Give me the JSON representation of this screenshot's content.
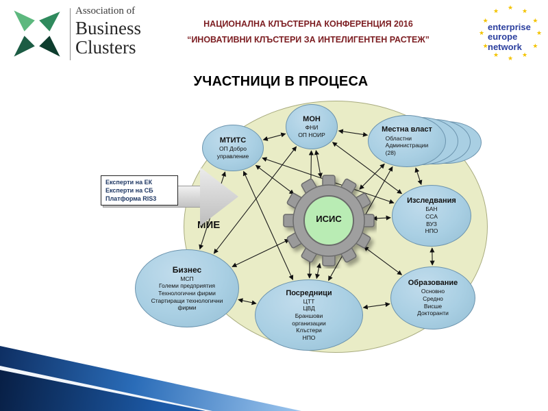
{
  "header": {
    "abc_logo": {
      "top": "Association of",
      "middle": "Business",
      "bottom": "Clusters"
    },
    "conference_title": "НАЦИОНАЛНА КЛЪСТЕРНА КОНФЕРЕНЦИЯ 2016",
    "conference_subtitle": "“ИНОВАТИВНИ КЛЪСТЕРИ ЗА ИНТЕЛИГЕНТЕН РАСТЕЖ”",
    "een_logo": {
      "line1": "enterprise",
      "line2": "europe",
      "line3": "network",
      "star_char": "★"
    }
  },
  "slide": {
    "heading": "УЧАСТНИЦИ В ПРОЦЕСА"
  },
  "diagram": {
    "mie_label": "МИЕ",
    "center_label": "ИСИС",
    "experts_box": "Експерти на ЕК\nЕксперти на СБ\nПлатформа RIS3",
    "nodes": [
      {
        "id": "mtits",
        "title": "МТИТС",
        "details": "ОП Добро\nуправление"
      },
      {
        "id": "mon",
        "title": "МОН",
        "details": "ФНИ\nОП НОИР"
      },
      {
        "id": "mestna",
        "title": "Местна власт",
        "details": "Областни\nАдминистрации\n(28)"
      },
      {
        "id": "izsled",
        "title": "Изследвания",
        "details": "БАН\nССА\nВУЗ\nНПО"
      },
      {
        "id": "obraz",
        "title": "Образование",
        "details": "Основно\nСредно\nВисше\nДокторанти"
      },
      {
        "id": "posred",
        "title": "Посредници",
        "details": "ЦТТ\nЦВД\nБраншови\nорганизации\nКлъстери\nНПО"
      },
      {
        "id": "biznes",
        "title": "Бизнес",
        "details": "МСП\nГолеми предприятия\nТехнологични фирми\nСтартиращи технологични\nфирми"
      }
    ],
    "edges": [
      [
        "mtits",
        "isis"
      ],
      [
        "mon",
        "isis"
      ],
      [
        "mestna",
        "isis"
      ],
      [
        "izsled",
        "isis"
      ],
      [
        "obraz",
        "isis"
      ],
      [
        "posred",
        "isis"
      ],
      [
        "biznes",
        "isis"
      ],
      [
        "mtits",
        "mon"
      ],
      [
        "mon",
        "mestna"
      ],
      [
        "mestna",
        "izsled"
      ],
      [
        "izsled",
        "obraz"
      ],
      [
        "obraz",
        "posred"
      ],
      [
        "posred",
        "biznes"
      ],
      [
        "biznes",
        "mtits"
      ],
      [
        "mtits",
        "izsled"
      ],
      [
        "mon",
        "izsled"
      ],
      [
        "mon",
        "posred"
      ],
      [
        "mon",
        "biznes"
      ],
      [
        "mestna",
        "posred"
      ],
      [
        "mtits",
        "posred"
      ]
    ]
  },
  "colors": {
    "node_fill": "#a9cfe3",
    "node_border": "#6b93ad",
    "field_fill": "#e9ecc6",
    "center_fill": "#b9ecb4",
    "gear_gray": "#9a9a9a",
    "title_maroon": "#7c1d21",
    "een_blue": "#2b3f9e",
    "star_yellow": "#f3c300",
    "decor_navy": "#0e2f63"
  }
}
